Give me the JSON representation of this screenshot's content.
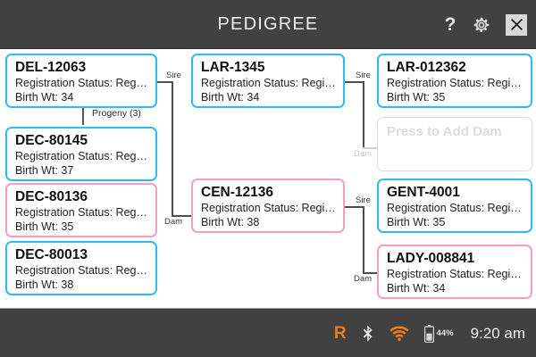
{
  "header": {
    "title": "PEDIGREE",
    "help_icon": "question-mark-icon",
    "gear_icon": "gear-icon",
    "close_icon": "close-icon",
    "help_label": "?"
  },
  "pedigree": {
    "cards": [
      {
        "id": "del-12063",
        "title": "DEL-12063",
        "registration": "Registration Status: Regist...",
        "birth_wt": "Birth Wt: 34",
        "color": "#29bdf2",
        "sex": "male"
      },
      {
        "id": "dec-80145",
        "title": "DEC-80145",
        "registration": "Registration Status: Regist...",
        "birth_wt": "Birth Wt: 37",
        "color": "#29bdf2",
        "sex": "male"
      },
      {
        "id": "dec-80136",
        "title": "DEC-80136",
        "registration": "Registration Status: Regist...",
        "birth_wt": "Birth Wt: 35",
        "color": "#fb9ac4",
        "sex": "female"
      },
      {
        "id": "dec-80013",
        "title": "DEC-80013",
        "registration": "Registration Status: Regist...",
        "birth_wt": "Birth Wt: 38",
        "color": "#29bdf2",
        "sex": "male"
      },
      {
        "id": "lar-1345",
        "title": "LAR-1345",
        "registration": "Registration Status: Regist...",
        "birth_wt": "Birth Wt: 34",
        "color": "#29bdf2",
        "sex": "male"
      },
      {
        "id": "cen-12136",
        "title": "CEN-12136",
        "registration": "Registration Status: Regist...",
        "birth_wt": "Birth Wt: 38",
        "color": "#fb9ac4",
        "sex": "female"
      },
      {
        "id": "lar-012362",
        "title": "LAR-012362",
        "registration": "Registration Status: Regist...",
        "birth_wt": "Birth Wt: 35",
        "color": "#29bdf2",
        "sex": "male"
      },
      {
        "id": "gent-4001",
        "title": "GENT-4001",
        "registration": "Registration Status: Regist...",
        "birth_wt": "Birth Wt: 35",
        "color": "#29bdf2",
        "sex": "male"
      },
      {
        "id": "lady-008841",
        "title": "LADY-008841",
        "registration": "Registration Status: Regist...",
        "birth_wt": "Birth Wt: 34",
        "color": "#fb9ac4",
        "sex": "female"
      }
    ],
    "empty_slot": {
      "label": "Press to Add Dam"
    },
    "labels": {
      "progeny": "Progeny (3)",
      "sire_main": "Sire",
      "dam_main": "Dam",
      "sire_top": "Sire",
      "dam_top": "Dam",
      "sire_bottom": "Sire",
      "dam_bottom": "Dam"
    }
  },
  "statusbar": {
    "roaming": "R",
    "bluetooth_icon": "bluetooth-icon",
    "wifi_icon": "wifi-icon",
    "battery_icon": "battery-icon",
    "battery_pct": "44%",
    "time": "9:20 am",
    "accent": "#f07d1a"
  }
}
